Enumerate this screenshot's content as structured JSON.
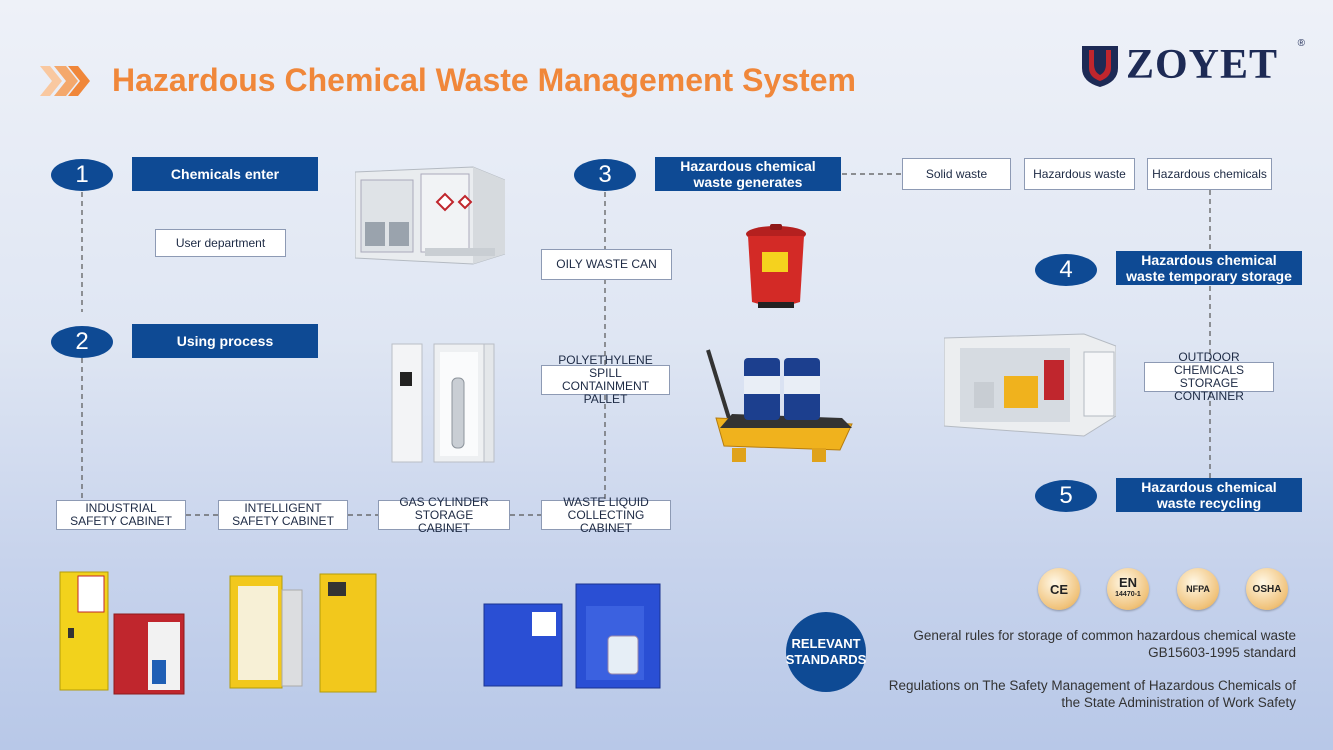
{
  "title": "Hazardous Chemical Waste Management System",
  "brand": {
    "name": "ZOYET",
    "reg": "®"
  },
  "steps": [
    {
      "num": "1",
      "label": "Chemicals enter"
    },
    {
      "num": "2",
      "label": "Using process"
    },
    {
      "num": "3",
      "label": "Hazardous chemical waste generates"
    },
    {
      "num": "4",
      "label": "Hazardous chemical waste temporary storage"
    },
    {
      "num": "5",
      "label": "Hazardous chemical waste recycling"
    }
  ],
  "boxes": {
    "user_department": "User department",
    "oily_waste_can": "OILY WASTE CAN",
    "spill_pallet": "POLYETHYLENE SPILL CONTAINMENT PALLET",
    "solid_waste": "Solid waste",
    "hazardous_waste": "Hazardous waste",
    "hazardous_chemicals": "Hazardous chemicals",
    "outdoor_container": "OUTDOOR CHEMICALS STORAGE CONTAINER",
    "industrial_cabinet": "INDUSTRIAL SAFETY CABINET",
    "intelligent_cabinet": "INTELLIGENT SAFETY CABINET",
    "gas_cylinder_cabinet": "GAS CYLINDER STORAGE CABINET",
    "waste_liquid_cabinet": "WASTE LIQUID COLLECTING CABINET"
  },
  "standards": {
    "badge_label": "RELEVANT STANDARDS",
    "certs": [
      "CE",
      "EN",
      "NFPA",
      "OSHA"
    ],
    "cert_sub": "14470-1",
    "line1": "General rules for storage of common hazardous chemical waste",
    "line2": "GB15603-1995 standard",
    "line3": "Regulations on The Safety Management of Hazardous Chemicals of",
    "line4": "the State Administration of Work Safety"
  },
  "colors": {
    "accent": "#f0873a",
    "navy": "#0e4a94",
    "brand": "#1d2a55",
    "shield_red": "#c0262d"
  }
}
